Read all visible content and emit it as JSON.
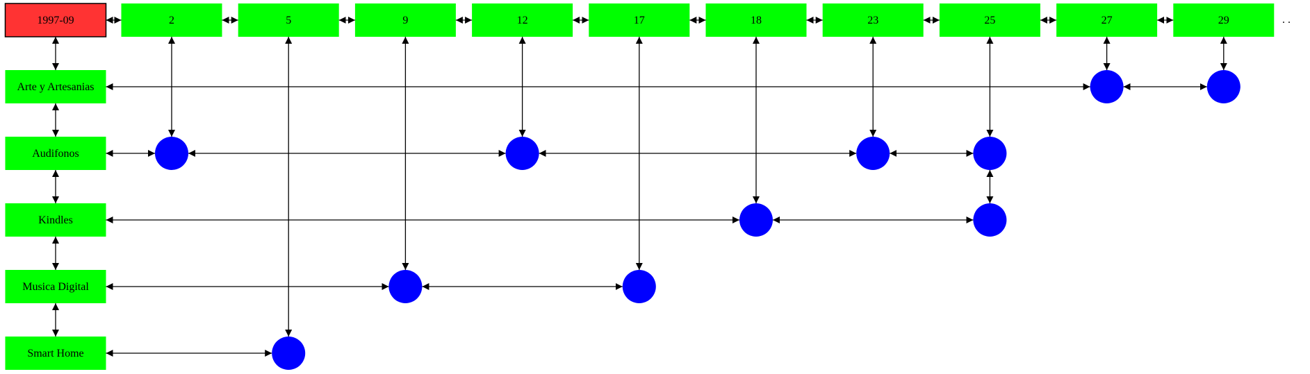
{
  "colors": {
    "root_fill": "#ff3333",
    "box_fill": "#00ff00",
    "node_fill": "#0000ff",
    "edge": "#000000"
  },
  "root": {
    "label": "1997-09"
  },
  "columns": [
    {
      "id": "c2",
      "label": "2"
    },
    {
      "id": "c5",
      "label": "5"
    },
    {
      "id": "c9",
      "label": "9"
    },
    {
      "id": "c12",
      "label": "12"
    },
    {
      "id": "c17",
      "label": "17"
    },
    {
      "id": "c18",
      "label": "18"
    },
    {
      "id": "c23",
      "label": "23"
    },
    {
      "id": "c25",
      "label": "25"
    },
    {
      "id": "c27",
      "label": "27"
    },
    {
      "id": "c29",
      "label": "29"
    }
  ],
  "rows": [
    {
      "id": "arte",
      "label": "Arte y Artesanias"
    },
    {
      "id": "audifonos",
      "label": "Audifonos"
    },
    {
      "id": "kindles",
      "label": "Kindles"
    },
    {
      "id": "musica",
      "label": "Musica Digital"
    },
    {
      "id": "smarthome",
      "label": "Smart Home"
    }
  ],
  "nodes": [
    {
      "row": "arte",
      "col": "c27"
    },
    {
      "row": "arte",
      "col": "c29"
    },
    {
      "row": "audifonos",
      "col": "c2"
    },
    {
      "row": "audifonos",
      "col": "c12"
    },
    {
      "row": "audifonos",
      "col": "c23"
    },
    {
      "row": "audifonos",
      "col": "c25"
    },
    {
      "row": "kindles",
      "col": "c18"
    },
    {
      "row": "kindles",
      "col": "c25"
    },
    {
      "row": "musica",
      "col": "c9"
    },
    {
      "row": "musica",
      "col": "c17"
    },
    {
      "row": "smarthome",
      "col": "c5"
    }
  ],
  "column_links": [
    {
      "col": "c2",
      "to_row": "audifonos"
    },
    {
      "col": "c5",
      "to_row": "smarthome"
    },
    {
      "col": "c9",
      "to_row": "musica"
    },
    {
      "col": "c12",
      "to_row": "audifonos"
    },
    {
      "col": "c17",
      "to_row": "musica"
    },
    {
      "col": "c18",
      "to_row": "kindles"
    },
    {
      "col": "c23",
      "to_row": "audifonos"
    },
    {
      "col": "c25",
      "to_row": "audifonos"
    },
    {
      "col": "c27",
      "to_row": "arte"
    },
    {
      "col": "c29",
      "to_row": "arte"
    }
  ],
  "vertical_node_links": [
    {
      "col": "c25",
      "from_row": "audifonos",
      "to_row": "kindles"
    }
  ],
  "trailing_marks": ". ."
}
